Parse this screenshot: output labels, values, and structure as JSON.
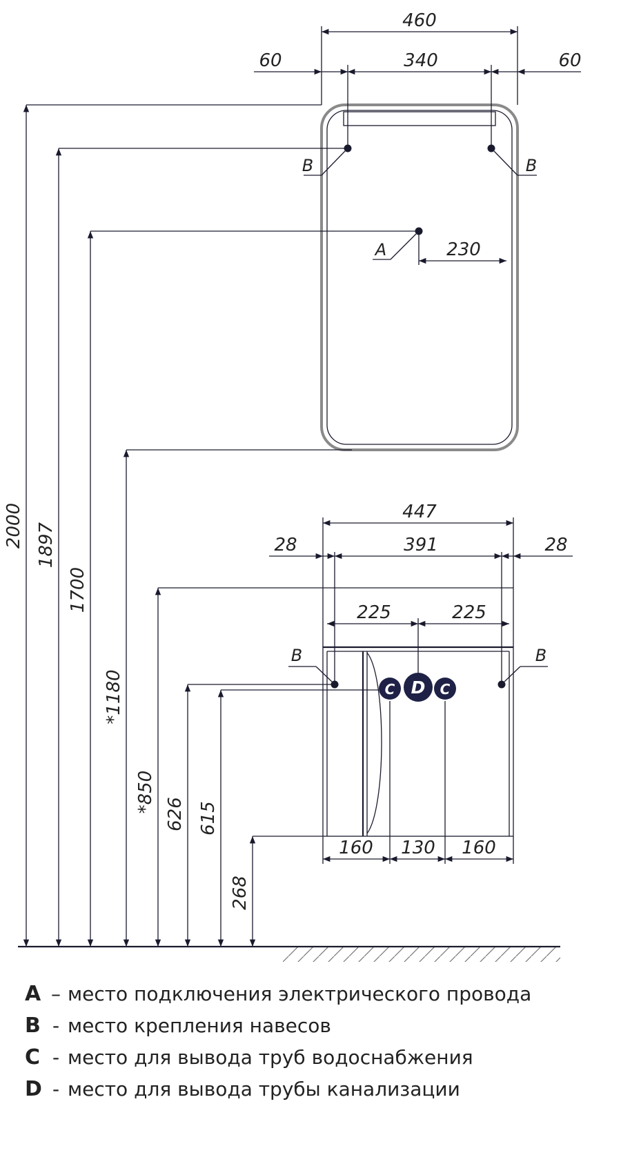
{
  "dimensions": {
    "mirror_width": "460",
    "mirror_offset_left": "60",
    "mirror_mount_spacing": "340",
    "mirror_offset_right": "60",
    "wire_offset": "230",
    "cabinet_width": "447",
    "cabinet_offset_left": "28",
    "cabinet_mount_spacing": "391",
    "cabinet_offset_right": "28",
    "cabinet_half_left": "225",
    "cabinet_half_right": "225",
    "pipe_left": "160",
    "pipe_mid": "130",
    "pipe_right": "160",
    "height_total": "2000",
    "height_mirror_mounts": "1897",
    "height_wire": "1700",
    "height_mirror_bottom": "*1180",
    "height_cabinet_top": "*850",
    "height_cabinet_mounts": "626",
    "height_pipes": "615",
    "height_cabinet_bottom": "268"
  },
  "markers": {
    "a": "A",
    "b_mirror_left": "B",
    "b_mirror_right": "B",
    "b_cabinet_left": "B",
    "b_cabinet_right": "B",
    "c_left": "C",
    "d_center": "D",
    "c_right": "C"
  },
  "colors": {
    "line": "#1a1a2e",
    "connector_fill": "#1f2147",
    "mirror_outline": "#8a8a8a"
  },
  "legend": [
    {
      "key": "A",
      "sep": "–",
      "text": "место подключения электрического провода"
    },
    {
      "key": "B",
      "sep": "-",
      "text": "место крепления навесов"
    },
    {
      "key": "C",
      "sep": "-",
      "text": "место для вывода труб водоснабжения"
    },
    {
      "key": "D",
      "sep": "-",
      "text": "место для вывода трубы канализации"
    }
  ]
}
